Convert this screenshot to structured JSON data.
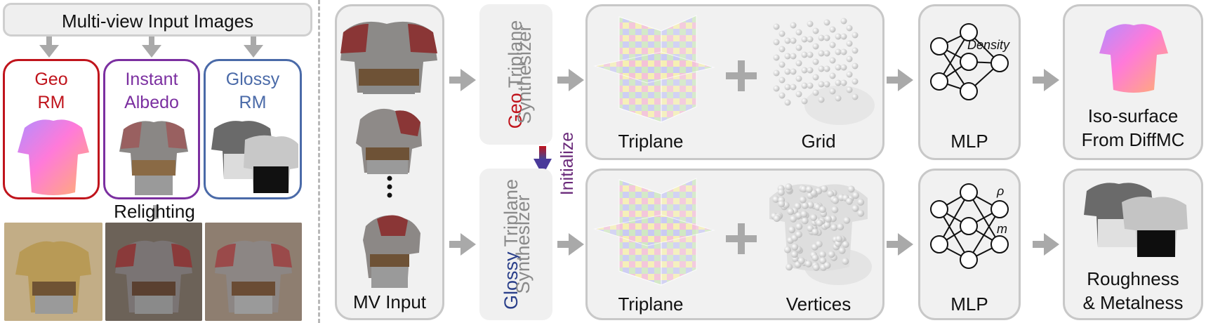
{
  "left": {
    "input_title": "Multi-view Input Images",
    "geo_rm": "Geo\nRM",
    "geo_rm_line1": "Geo",
    "geo_rm_line2": "RM",
    "albedo_line1": "Instant",
    "albedo_line2": "Albedo",
    "glossy_line1": "Glossy",
    "glossy_line2": "RM",
    "relighting": "Relighting"
  },
  "pipeline": {
    "mv_input": "MV Input",
    "geo_synth_colored": "Geo",
    "geo_synth_rest": " Triplane",
    "geo_synth_line2": "Synthesizer",
    "glossy_synth_colored": "Glossy",
    "glossy_synth_rest": " Triplane",
    "glossy_synth_line2": "Synthesizer",
    "initialize": "Initialize",
    "top_triplane": "Triplane",
    "top_grid": "Grid",
    "bottom_triplane": "Triplane",
    "bottom_vertices": "Vertices",
    "top_mlp": "MLP",
    "bottom_mlp": "MLP",
    "mlp_top_output": "Density",
    "mlp_bottom_out1": "ρ",
    "mlp_bottom_out2": "m",
    "iso_line1": "Iso-surface",
    "iso_line2": "From DiffMC",
    "rough_line1": "Roughness",
    "rough_line2": "& Metalness"
  },
  "colors": {
    "geo_red": "#c0141c",
    "albedo_purple": "#7b2fa0",
    "glossy_blue": "#4a6aa8",
    "arrow_gray": "#a9a9a9",
    "panel_bg": "#f1f1f1",
    "panel_border": "#c8c8c8"
  }
}
